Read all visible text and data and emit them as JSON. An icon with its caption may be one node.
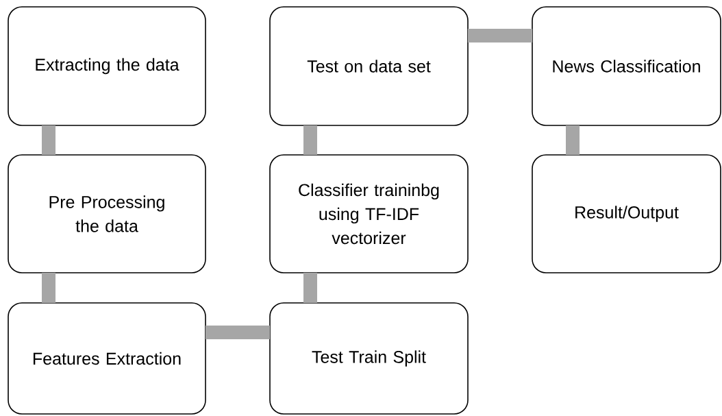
{
  "diagram": {
    "nodes": [
      {
        "text": [
          "Extracting the data"
        ]
      },
      {
        "text": [
          "Pre Processing the data"
        ]
      },
      {
        "text": [
          "Features Extraction"
        ]
      },
      {
        "text": [
          "Test Train Split"
        ]
      },
      {
        "text": [
          "Classifier traininbg using TF-IDF vectorizer"
        ]
      },
      {
        "text": [
          "Test on data set"
        ]
      },
      {
        "text": [
          "News Classification"
        ]
      },
      {
        "text": [
          "Result/Output"
        ]
      }
    ],
    "edges": [
      {
        "from": 0,
        "to": 1,
        "arrow": "none"
      },
      {
        "from": 1,
        "to": 2,
        "arrow": "none"
      },
      {
        "from": 2,
        "to": 3,
        "arrow": "none"
      },
      {
        "from": 3,
        "to": 4,
        "arrow": "none"
      },
      {
        "from": 4,
        "to": 5,
        "arrow": "none"
      },
      {
        "from": 5,
        "to": 6,
        "arrow": "none"
      },
      {
        "from": 6,
        "to": 7,
        "arrow": "none"
      }
    ]
  }
}
